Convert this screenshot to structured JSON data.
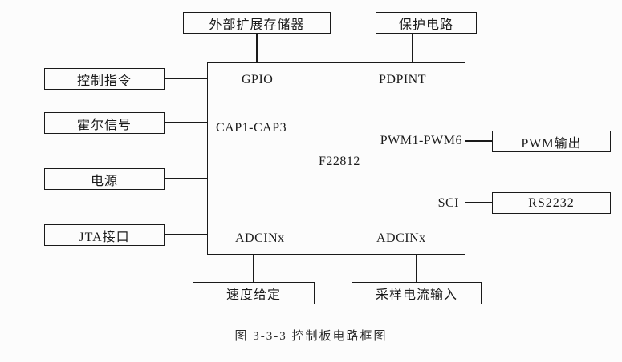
{
  "diagram": {
    "top_boxes": [
      {
        "label": "外部扩展存储器"
      },
      {
        "label": "保护电路"
      }
    ],
    "left_boxes": [
      {
        "label": "控制指令"
      },
      {
        "label": "霍尔信号"
      },
      {
        "label": "电源"
      },
      {
        "label": "JTA接口"
      }
    ],
    "right_boxes": [
      {
        "label": "PWM输出"
      },
      {
        "label": "RS2232"
      }
    ],
    "bottom_boxes": [
      {
        "label": "速度给定"
      },
      {
        "label": "采样电流输入"
      }
    ],
    "chip": {
      "name": "F22812",
      "pins": {
        "gpio": "GPIO",
        "pdpint": "PDPINT",
        "cap": "CAP1-CAP3",
        "pwm": "PWM1-PWM6",
        "sci": "SCI",
        "adc_left": "ADCINx",
        "adc_right": "ADCINx"
      }
    },
    "caption": "图 3-3-3  控制板电路框图"
  }
}
